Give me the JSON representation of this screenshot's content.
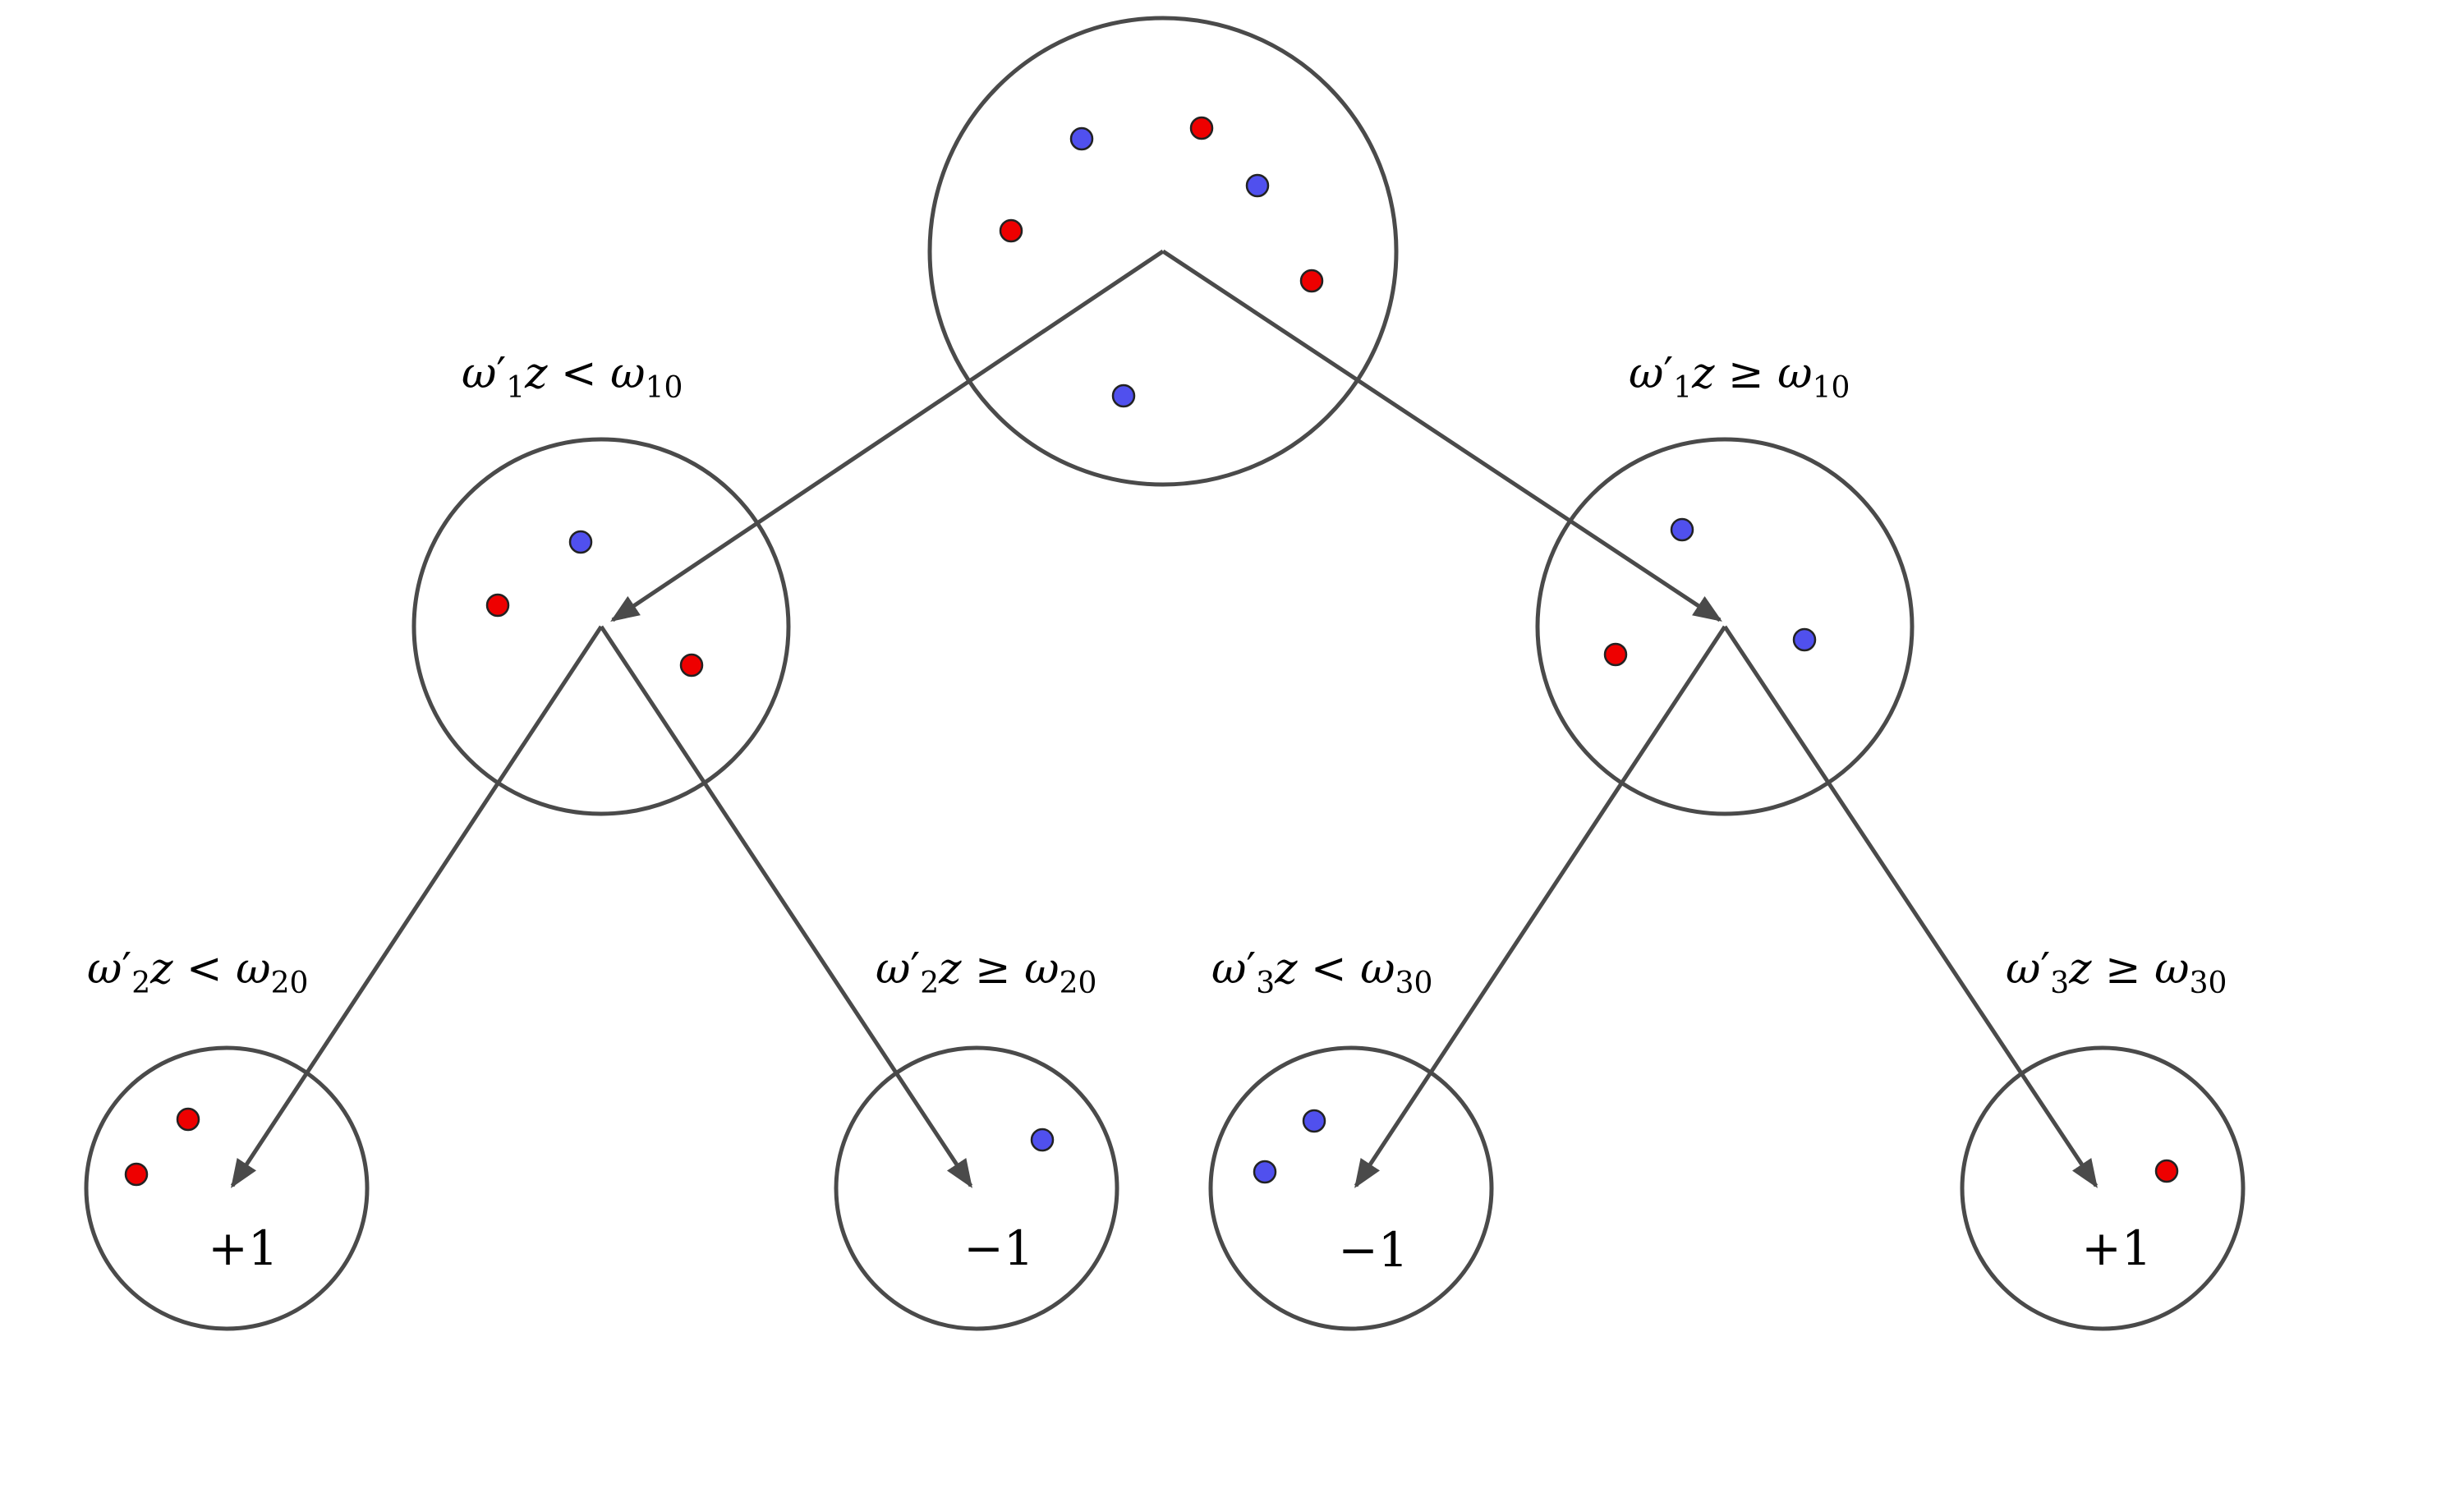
{
  "colors": {
    "line": "#4a4a4a",
    "red_point": "#ee0000",
    "blue_point": "#5050ee"
  },
  "conditions": {
    "root_left": {
      "w": "ω",
      "idx": "1",
      "op": " < ",
      "t": "ω",
      "tidx": "10"
    },
    "root_right": {
      "w": "ω",
      "idx": "1",
      "op": " ≥ ",
      "t": "ω",
      "tidx": "10"
    },
    "a_left": {
      "w": "ω",
      "idx": "2",
      "op": " < ",
      "t": "ω",
      "tidx": "20"
    },
    "a_right": {
      "w": "ω",
      "idx": "2",
      "op": " ≥ ",
      "t": "ω",
      "tidx": "20"
    },
    "b_left": {
      "w": "ω",
      "idx": "3",
      "op": " < ",
      "t": "ω",
      "tidx": "30"
    },
    "b_right": {
      "w": "ω",
      "idx": "3",
      "op": " ≥ ",
      "t": "ω",
      "tidx": "30"
    }
  },
  "leaves": {
    "leaf1": "+1",
    "leaf2": "−1",
    "leaf3": "−1",
    "leaf4": "+1"
  },
  "points": {
    "root": [
      "blue",
      "red",
      "blue",
      "red",
      "red",
      "blue"
    ],
    "a": [
      "blue",
      "red",
      "red"
    ],
    "b": [
      "blue",
      "red",
      "blue"
    ],
    "leaf1": [
      "red",
      "red"
    ],
    "leaf2": [
      "blue"
    ],
    "leaf3": [
      "blue",
      "blue"
    ],
    "leaf4": [
      "red"
    ]
  }
}
